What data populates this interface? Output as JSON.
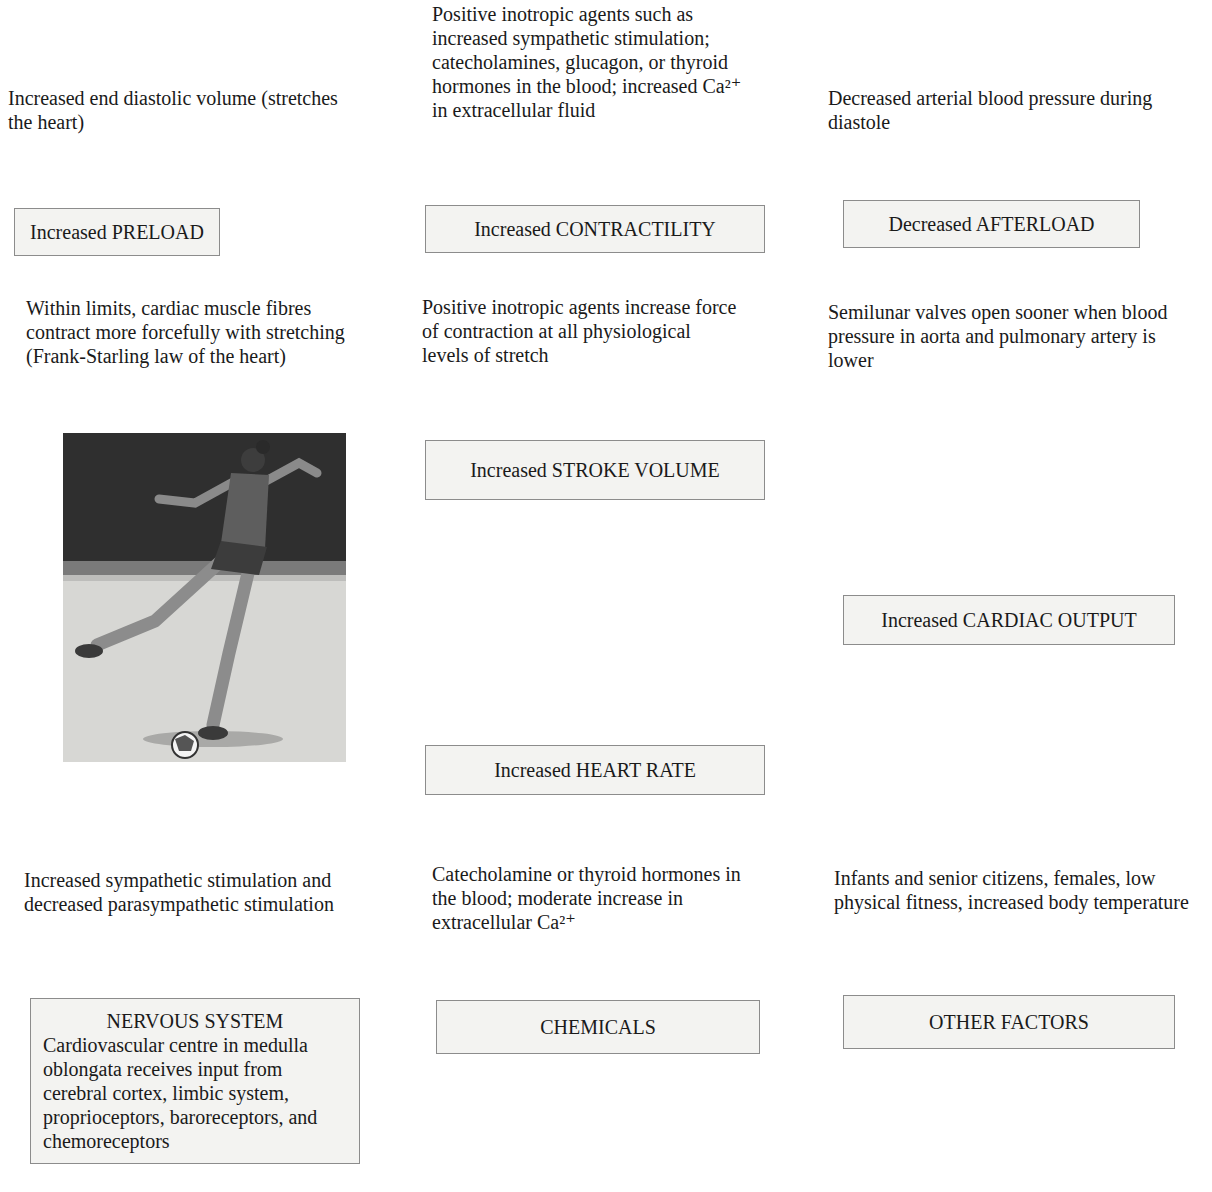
{
  "diagram": {
    "nodes": [
      {
        "text": [
          "Increased PRELOAD"
        ]
      },
      {
        "text": [
          "Increased CONTRACTILITY"
        ]
      },
      {
        "text": [
          "Decreased AFTERLOAD"
        ]
      },
      {
        "text": [
          "Increased STROKE VOLUME"
        ]
      },
      {
        "text": [
          "Increased CARDIAC OUTPUT"
        ]
      },
      {
        "text": [
          "Increased HEART RATE"
        ]
      },
      {
        "text": [
          "NERVOUS SYSTEM",
          "Cardiovascular centre in medulla oblongata receives input from cerebral cortex, limbic system, proprioceptors, baroreceptors, and chemoreceptors"
        ]
      },
      {
        "text": [
          "CHEMICALS"
        ]
      },
      {
        "text": [
          "OTHER FACTORS"
        ]
      }
    ],
    "edges": [
      {
        "from": 0,
        "to": 3,
        "arrow": "to",
        "label": "Within limits, cardiac muscle fibres contract more forcefully with stretching (Frank-Starling law of the heart)"
      },
      {
        "from": 1,
        "to": 3,
        "arrow": "to",
        "label": "Positive inotropic agents increase force of contraction at all physiological levels of stretch"
      },
      {
        "from": 2,
        "to": 3,
        "arrow": "to",
        "label": "Semilunar valves open sooner when blood pressure in aorta and pulmonary artery is lower"
      },
      {
        "from": 3,
        "to": 4,
        "arrow": "to"
      },
      {
        "from": 5,
        "to": 4,
        "arrow": "to"
      },
      {
        "from": 6,
        "to": 5,
        "arrow": "to",
        "label": "Increased sympathetic stimulation and decreased parasympathetic stimulation"
      },
      {
        "from": 7,
        "to": 5,
        "arrow": "to",
        "label": "Catecholamine or thyroid hormones in the blood; moderate increase in extracellular Ca²⁺"
      },
      {
        "from": 8,
        "to": 5,
        "arrow": "to",
        "label": "Infants and senior citizens, females, low physical fitness, increased body temperature"
      }
    ],
    "labels": [
      "Increased end diastolic volume (stretches the heart)",
      "Positive inotropic agents such as increased sympathetic stimulation; catecholamines, glucagon, or thyroid hormones in the blood; increased Ca²⁺ in extracellular fluid",
      "Decreased arterial blood pressure during diastole"
    ]
  }
}
